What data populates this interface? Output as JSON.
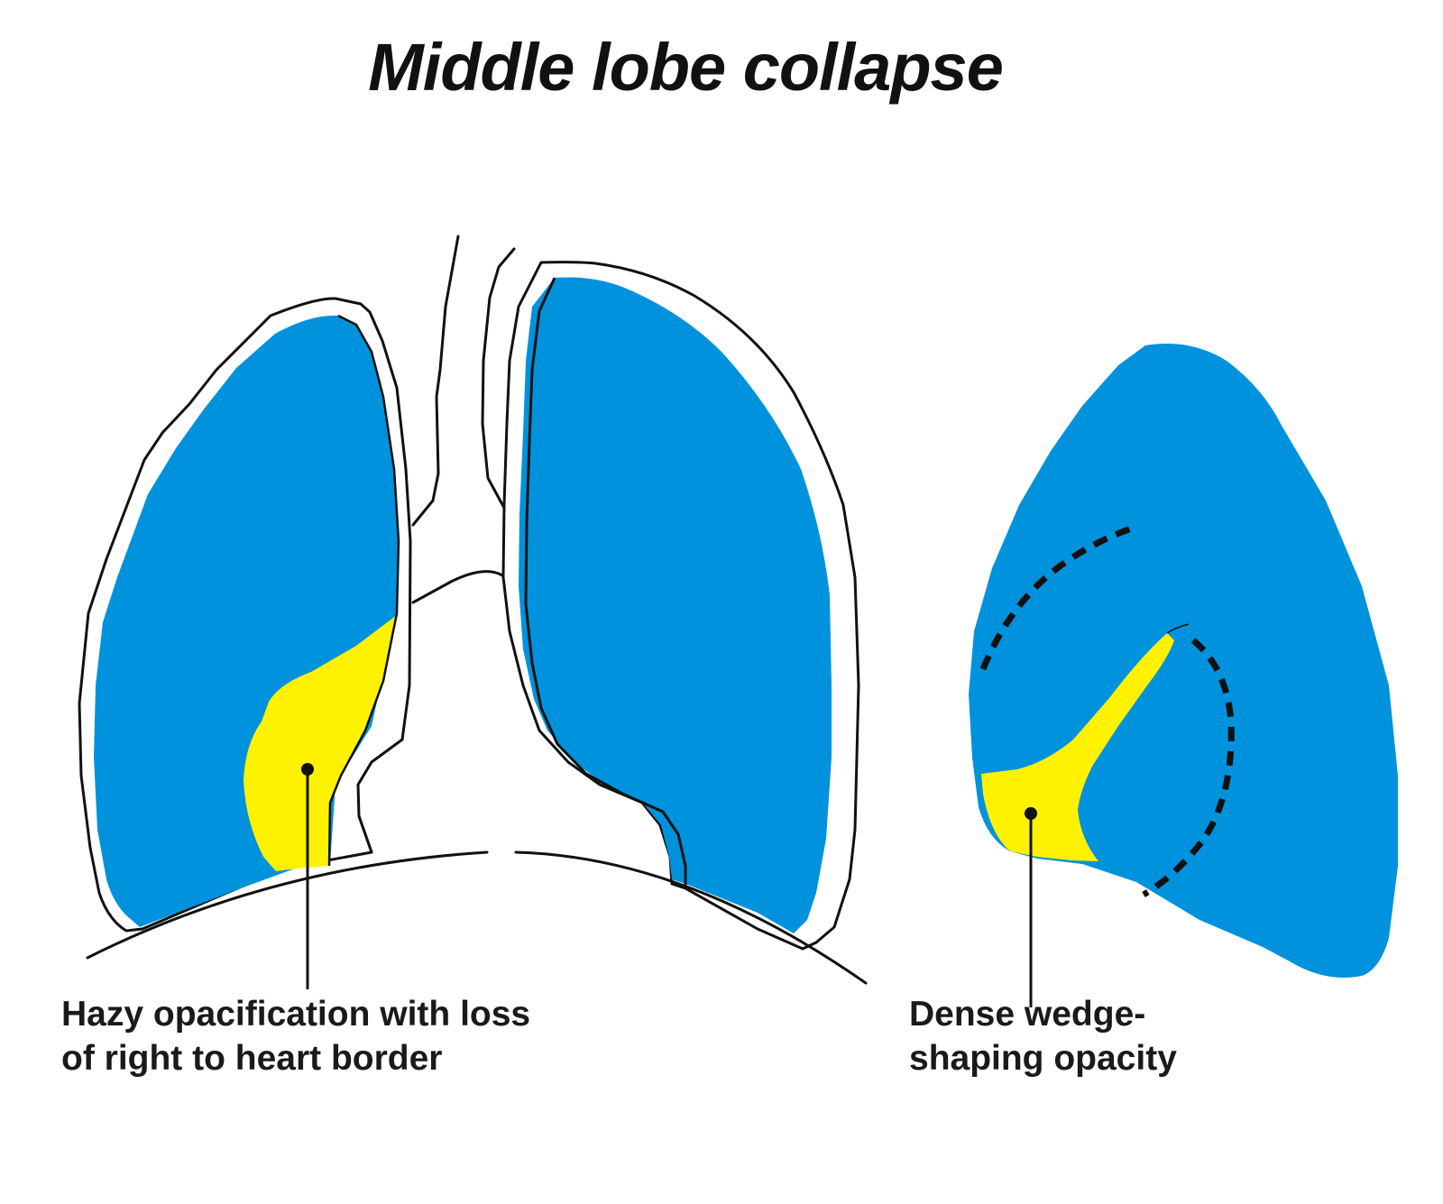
{
  "title": "Middle lobe collapse",
  "colors": {
    "lung_fill": "#0092dc",
    "opacity_fill": "#fff200",
    "outline": "#111111",
    "background": "#ffffff"
  },
  "frontal_view": {
    "caption_lines": [
      "Hazy opacification with loss",
      "of right to heart border"
    ]
  },
  "lateral_view": {
    "caption_lines": [
      "Dense wedge-",
      "shaping opacity"
    ]
  }
}
